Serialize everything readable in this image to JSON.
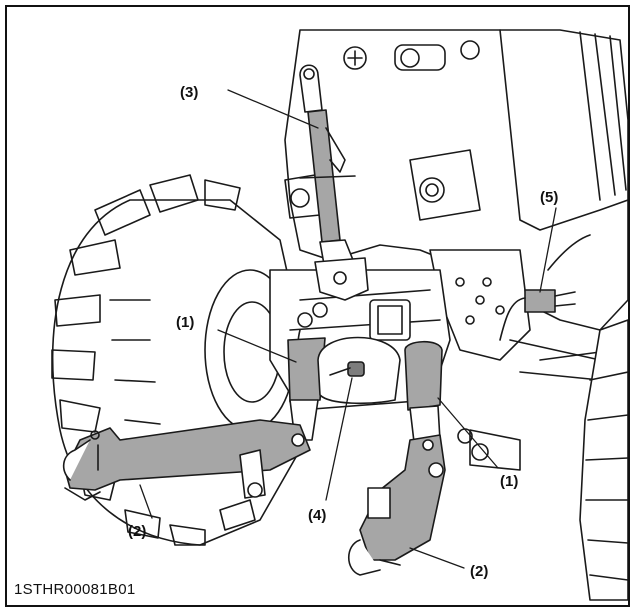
{
  "callouts": {
    "c1_left": "(1)",
    "c1_right": "(1)",
    "c2_left": "(2)",
    "c2_right": "(2)",
    "c3": "(3)",
    "c4": "(4)",
    "c5": "(5)"
  },
  "figure_code": "1STHR00081B01",
  "colors": {
    "line": "#1a1a1a",
    "part_gray": "#a6a6a6",
    "part_dark": "#7d7d7d",
    "tire_fill": "#ffffff"
  },
  "icons": {
    "illustration": "tractor-three-point-hitch-drawing"
  }
}
